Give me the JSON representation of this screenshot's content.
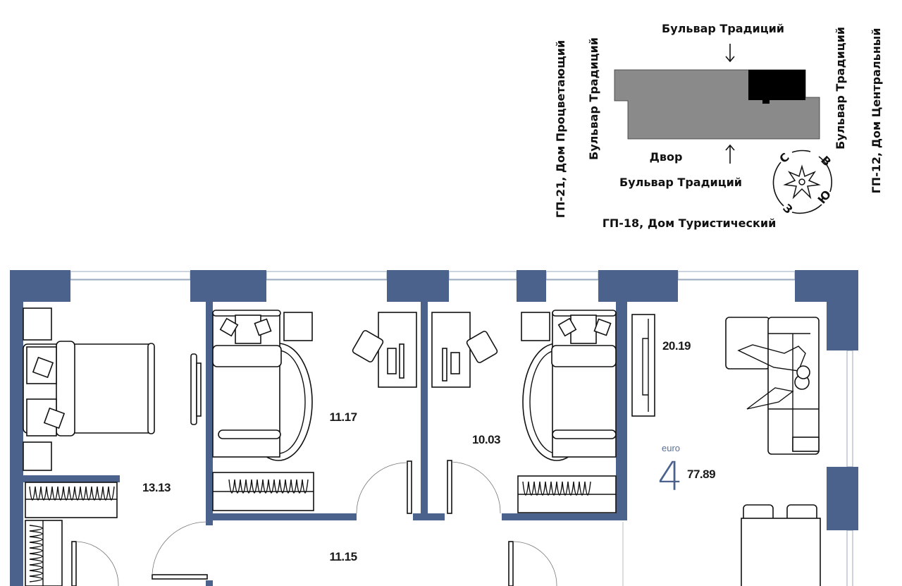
{
  "key_plan": {
    "street_top": "Бульвар Традиций",
    "street_bottom": "Бульвар Традиций",
    "street_left": "Бульвар Традиций",
    "street_right": "Бульвар Традиций",
    "courtyard": "Двор",
    "neighbor_left": "ГП-21, Дом Процветающий",
    "neighbor_bottom": "ГП-18, Дом Туристический",
    "neighbor_right": "ГП-12, Дом Центральный",
    "compass": {
      "north": "С",
      "east": "В",
      "south": "Ю",
      "west": "З"
    },
    "colors": {
      "building": "#8a8a8a",
      "apartment": "#000000"
    }
  },
  "apartment": {
    "type_label": "euro",
    "rooms_count": "4",
    "total_area": "77.89",
    "rooms": [
      {
        "name": "bedroom-1",
        "area": "13.13"
      },
      {
        "name": "bedroom-2",
        "area": "11.17"
      },
      {
        "name": "bedroom-3",
        "area": "10.03"
      },
      {
        "name": "living-kitchen",
        "area": "20.19"
      },
      {
        "name": "hallway",
        "area": "11.15"
      }
    ],
    "colors": {
      "wall": "#4b628c",
      "accent_text": "#4b628c"
    }
  }
}
